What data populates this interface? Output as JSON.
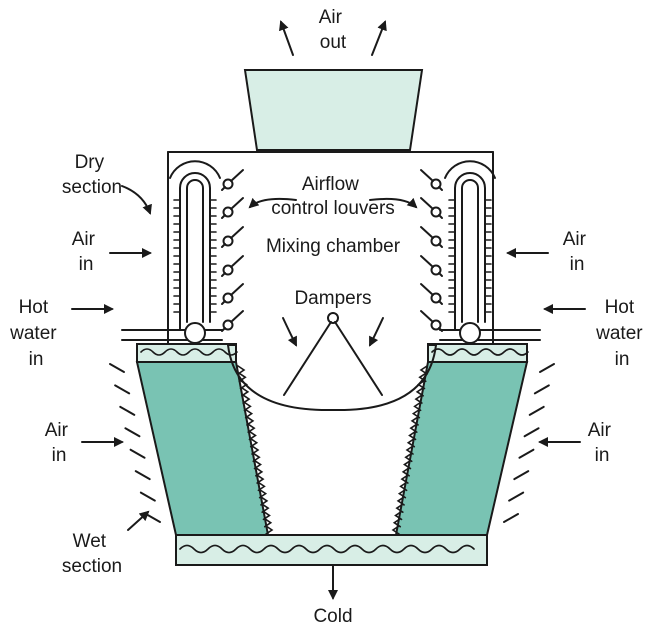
{
  "labels": {
    "air_out": [
      "Air",
      "out"
    ],
    "dry_section": [
      "Dry",
      "section"
    ],
    "airflow_louvers": [
      "Airflow",
      "control louvers"
    ],
    "mixing_chamber": "Mixing chamber",
    "dampers": "Dampers",
    "air_in_left_upper": [
      "Air",
      "in"
    ],
    "air_in_right_upper": [
      "Air",
      "in"
    ],
    "hot_water_in_left": [
      "Hot",
      "water",
      "in"
    ],
    "hot_water_in_right": [
      "Hot",
      "water",
      "in"
    ],
    "air_in_left_lower": [
      "Air",
      "in"
    ],
    "air_in_right_lower": [
      "Air",
      "in"
    ],
    "wet_section": [
      "Wet",
      "section"
    ],
    "cold": "Cold"
  },
  "colors": {
    "fill_green": "#79c3b3",
    "fill_pale": "#d8eee6",
    "stroke": "#1a1a1a"
  }
}
